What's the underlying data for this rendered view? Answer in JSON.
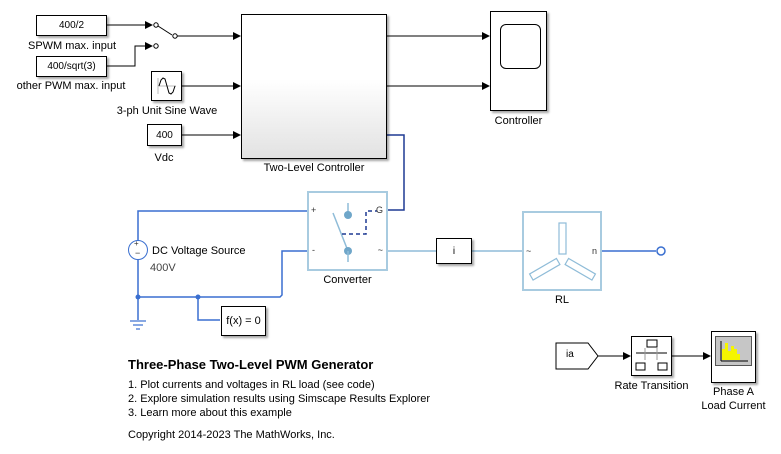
{
  "blocks": {
    "spwm_const": {
      "value": "400/2",
      "label": "SPWM max. input"
    },
    "other_const": {
      "value": "400/sqrt(3)",
      "label": "other PWM max. input"
    },
    "sine": {
      "label": "3-ph Unit Sine Wave"
    },
    "vdc_const": {
      "value": "400",
      "label": "Vdc"
    },
    "controller_subsystem": {
      "label": "Two-Level Controller"
    },
    "scope": {
      "label": "Controller"
    },
    "dc_source": {
      "label": "DC Voltage Source",
      "value": "400V"
    },
    "converter": {
      "label": "Converter",
      "ports": {
        "plus": "+",
        "minus": "-",
        "gate": "G",
        "ac": "~"
      }
    },
    "current_sensor": {
      "value": "i"
    },
    "rl_load": {
      "label": "RL",
      "ports": {
        "ac": "~",
        "neutral": "n"
      }
    },
    "solver": {
      "value": "f(x) = 0"
    },
    "goto_from": {
      "value": "ia"
    },
    "rate_transition": {
      "label": "Rate Transition"
    },
    "phase_scope": {
      "label_line1": "Phase A",
      "label_line2": "Load Current"
    }
  },
  "annotation": {
    "title": "Three-Phase Two-Level PWM Generator",
    "items": [
      "1. Plot currents and voltages in RL load (see code)",
      "2. Explore simulation results using Simscape Results Explorer",
      "3. Learn more about this example"
    ],
    "copyright": "Copyright 2014-2023 The MathWorks, Inc."
  },
  "colors": {
    "signal": "#000000",
    "physical": "#3a6fd0",
    "physical_light": "#8fbcd8",
    "gate": "#1f3a93",
    "block_border_physical": "#a8cbe0"
  }
}
